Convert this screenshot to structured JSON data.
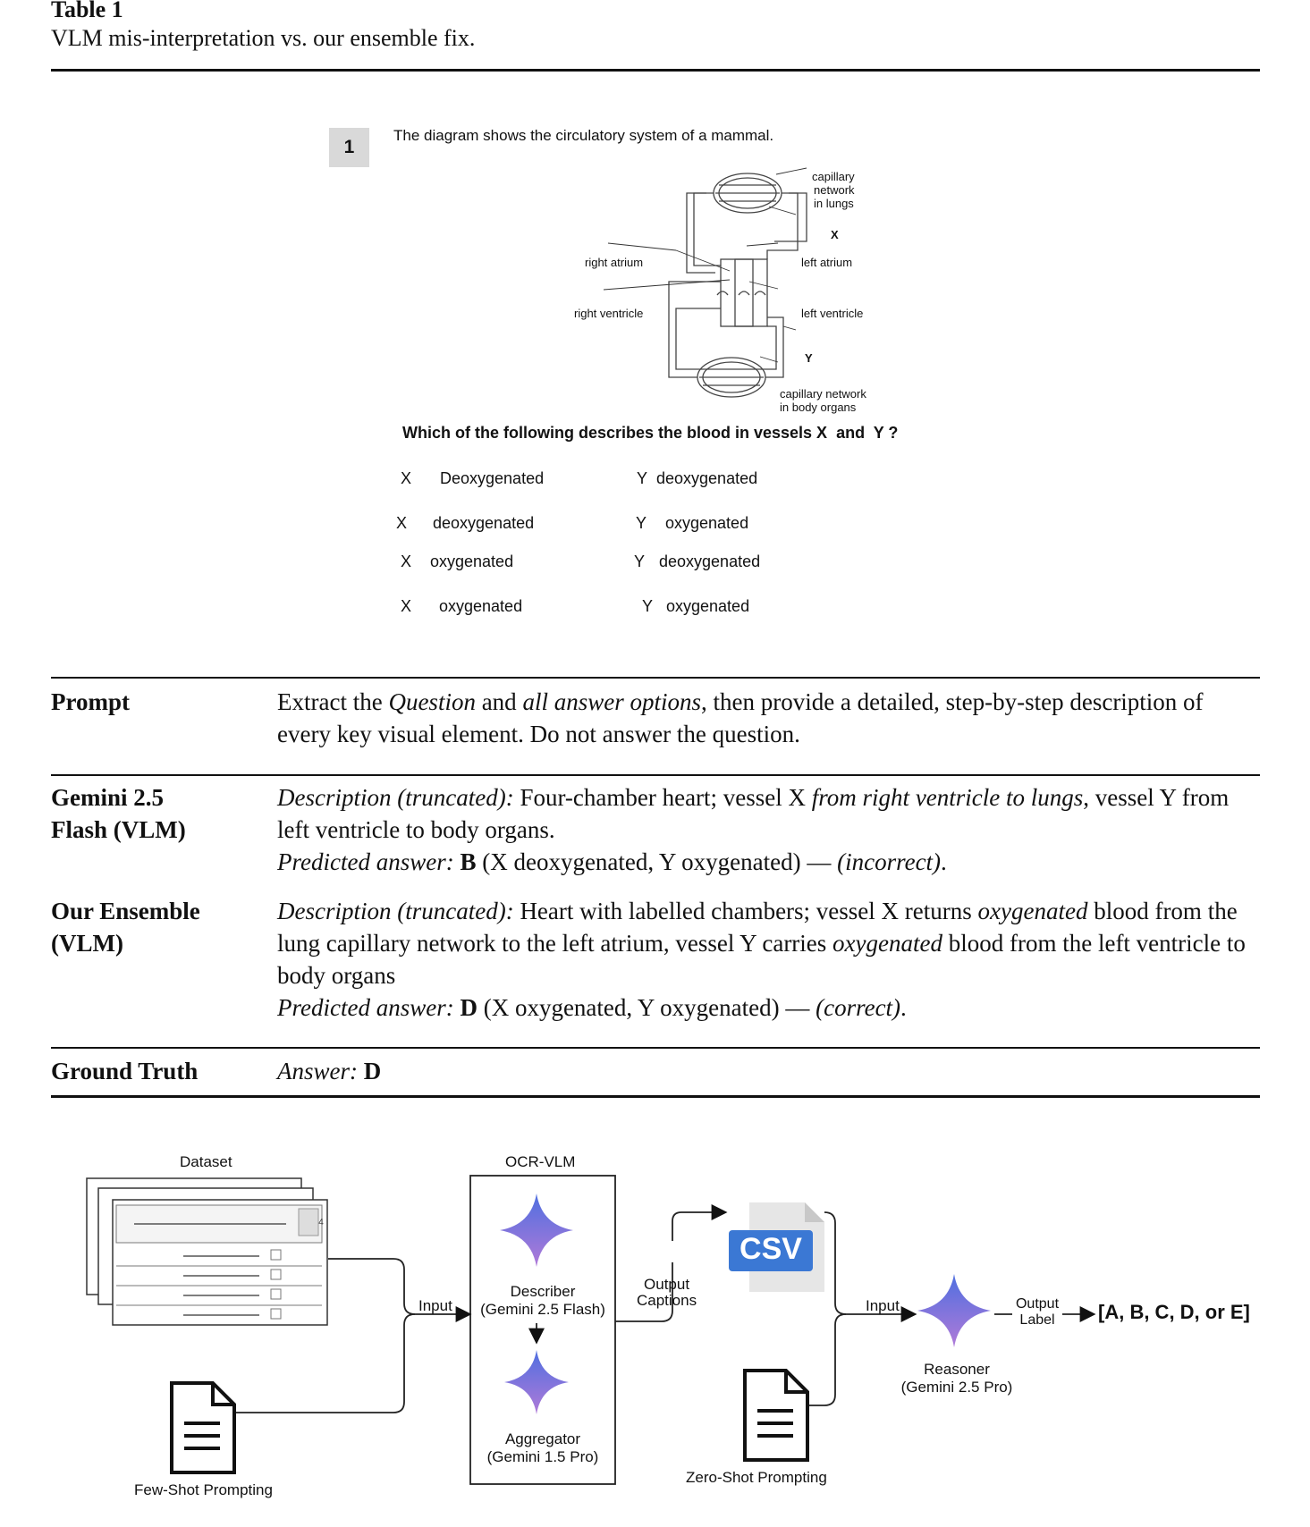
{
  "table": {
    "label": "Table 1",
    "caption": "VLM mis-interpretation vs. our ensemble fix."
  },
  "question": {
    "number": "1",
    "intro": "The diagram shows the circulatory system of a mammal.",
    "labels": {
      "capillary_lungs": [
        "capillary",
        "network",
        "in lungs"
      ],
      "x": "X",
      "right_atrium": "right atrium",
      "left_atrium": "left atrium",
      "right_ventricle": "right ventricle",
      "left_ventricle": "left ventricle",
      "y": "Y",
      "capillary_body": [
        "capillary network",
        "in body organs"
      ]
    },
    "stem": "Which of the following describes the blood in vessels X  and  Y ?",
    "options": [
      {
        "x": "X",
        "x_value": "Deoxygenated",
        "y": "Y",
        "y_value": "deoxygenated"
      },
      {
        "x": "X",
        "x_value": "deoxygenated",
        "y": "Y",
        "y_value": "oxygenated"
      },
      {
        "x": "X",
        "x_value": "oxygenated",
        "y": "Y",
        "y_value": "deoxygenated"
      },
      {
        "x": "X",
        "x_value": "oxygenated",
        "y": "Y",
        "y_value": "oxygenated"
      }
    ]
  },
  "rows": {
    "prompt": {
      "label": "Prompt",
      "t1": "Extract the ",
      "t2": "Question",
      "t3": " and ",
      "t4": "all answer options",
      "t5": ", then provide a detailed, step-by-step description of every key visual element. Do not answer the question."
    },
    "gemini": {
      "label_line1": "Gemini 2.5",
      "label_line2": "Flash (VLM)",
      "desc_label": "Description (truncated):",
      "desc_1": " Four-chamber heart; vessel X ",
      "desc_2": "from right ventricle to lungs",
      "desc_3": ", vessel Y from left ventricle to body organs.",
      "pred_label": "Predicted answer:",
      "pred_letter": "B",
      "pred_detail": " (X deoxygenated, Y oxygenated) — ",
      "pred_verdict": "(incorrect)",
      "pred_end": "."
    },
    "ensemble": {
      "label_line1": "Our Ensemble",
      "label_line2": "(VLM)",
      "desc_label": "Description (truncated):",
      "desc_1": " Heart with labelled chambers; vessel X returns ",
      "desc_2": "oxygenated",
      "desc_3": " blood from the lung capillary network to the left atrium, vessel Y carries ",
      "desc_4": "oxygenated",
      "desc_5": " blood from the left ventricle to body organs",
      "pred_label": "Predicted answer:",
      "pred_letter": "D",
      "pred_detail": " (X oxygenated, Y oxygenated) — ",
      "pred_verdict": "(correct)",
      "pred_end": "."
    },
    "ground_truth": {
      "label": "Ground Truth",
      "answer_label": "Answer:",
      "answer": "D"
    }
  },
  "pipeline": {
    "dataset": "Dataset",
    "ocr_vlm": "OCR-VLM",
    "describer_1": "Describer",
    "describer_2": "(Gemini 2.5 Flash)",
    "aggregator_1": "Aggregator",
    "aggregator_2": "(Gemini 1.5 Pro)",
    "input_1": "Input",
    "output_captions_1": "Output",
    "output_captions_2": "Captions",
    "csv": "CSV",
    "input_2": "Input",
    "reasoner_1": "Reasoner",
    "reasoner_2": "(Gemini 2.5 Pro)",
    "output_label_1": "Output",
    "output_label_2": "Label",
    "result": "[A, B, C, D, or E]",
    "few_shot": "Few-Shot Prompting",
    "zero_shot": "Zero-Shot Prompting",
    "sample_number": "4",
    "accent_star_top": "#4f6fe0",
    "accent_star_bottom": "#b07ad8",
    "csv_color": "#3b78d4"
  }
}
